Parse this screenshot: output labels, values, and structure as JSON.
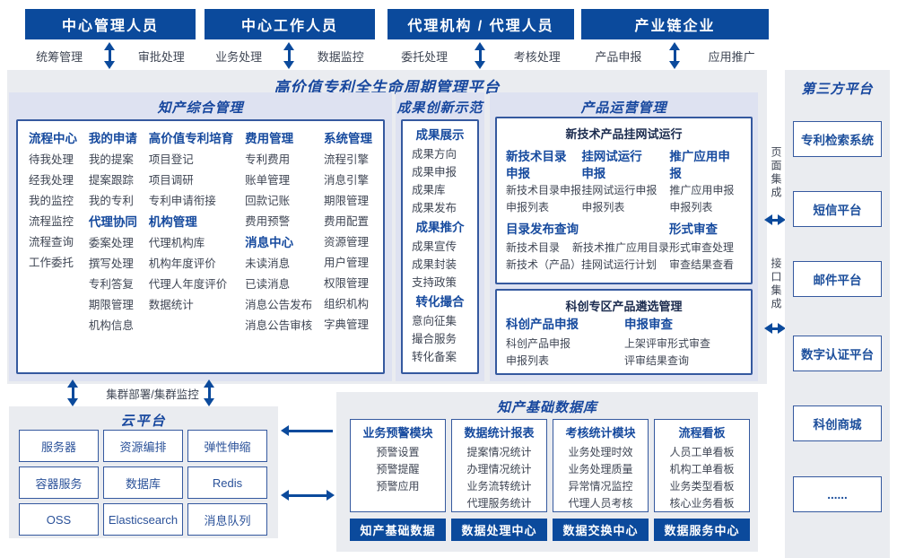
{
  "colors": {
    "accent": "#0b4a9c",
    "panel_bg": "#eaecf0",
    "section_bg": "#dee2f1",
    "box_border": "#35599f",
    "header_text": "#164a9e"
  },
  "top_actors": [
    {
      "title": "中心管理人员",
      "left": "统筹管理",
      "right": "审批处理"
    },
    {
      "title": "中心工作人员",
      "left": "业务处理",
      "right": "数据监控"
    },
    {
      "title": "代理机构 / 代理人员",
      "left": "委托处理",
      "right": "考核处理"
    },
    {
      "title": "产业链企业",
      "left": "产品申报",
      "right": "应用推广"
    }
  ],
  "platform_title": "高价值专利全生命周期管理平台",
  "sections": {
    "ip_mgmt": {
      "title": "知产综合管理",
      "columns": [
        {
          "groups": [
            {
              "header": "流程中心",
              "items": [
                "待我处理",
                "经我处理",
                "我的监控",
                "流程监控",
                "流程查询",
                "工作委托"
              ]
            }
          ]
        },
        {
          "groups": [
            {
              "header": "我的申请",
              "items": [
                "我的提案",
                "提案跟踪",
                "我的专利"
              ]
            },
            {
              "header": "代理协同",
              "items": [
                "委案处理",
                "撰写处理",
                "专利答复",
                "期限管理",
                "机构信息"
              ]
            }
          ]
        },
        {
          "groups": [
            {
              "header": "高价值专利培育",
              "items": [
                "项目登记",
                "项目调研",
                "专利申请衔接"
              ]
            },
            {
              "header": "机构管理",
              "items": [
                "代理机构库",
                "机构年度评价",
                "代理人年度评价",
                "数据统计"
              ]
            }
          ]
        },
        {
          "groups": [
            {
              "header": "费用管理",
              "items": [
                "专利费用",
                "账单管理",
                "回款记账",
                "费用预警"
              ]
            },
            {
              "header": "消息中心",
              "items": [
                "未读消息",
                "已读消息",
                "消息公告发布",
                "消息公告审核"
              ]
            }
          ]
        },
        {
          "groups": [
            {
              "header": "系统管理",
              "items": [
                "流程引擎",
                "消息引擎",
                "期限管理",
                "费用配置",
                "资源管理",
                "用户管理",
                "权限管理",
                "组织机构",
                "字典管理"
              ]
            }
          ]
        }
      ]
    },
    "achievement": {
      "title": "成果创新示范",
      "groups": [
        {
          "header": "成果展示",
          "items": [
            "成果方向",
            "成果申报",
            "成果库",
            "成果发布"
          ]
        },
        {
          "header": "成果推介",
          "items": [
            "成果宣传",
            "成果封装",
            "支持政策"
          ]
        },
        {
          "header": "转化撮合",
          "items": [
            "意向征集",
            "撮合服务",
            "转化备案"
          ]
        }
      ]
    },
    "product_ops": {
      "title": "产品运营管理",
      "hangwang": {
        "title": "新技术产品挂网试运行",
        "top_groups": [
          {
            "header": "新技术目录\n申报",
            "items": [
              "新技术目录申报",
              "申报列表"
            ]
          },
          {
            "header": "挂网试运行\n申报",
            "items": [
              "挂网试运行申报",
              "申报列表"
            ]
          },
          {
            "header": "推广应用申报",
            "items": [
              "推广应用申报",
              "申报列表"
            ]
          }
        ],
        "bottom_left": {
          "header": "目录发布查询",
          "row1": [
            "新技术目录",
            "新技术推广应用目录"
          ],
          "row2": "新技术（产品）挂网试运行计划"
        },
        "bottom_right": {
          "header": "形式审查",
          "items": [
            "形式审查处理",
            "审查结果查看"
          ]
        }
      },
      "kechuang": {
        "title": "科创专区产品遴选管理",
        "groups": [
          {
            "header": "科创产品申报",
            "items": [
              "科创产品申报",
              "申报列表"
            ]
          },
          {
            "header": "申报审查",
            "items": [
              "上架评审形式审查",
              "评审结果查询"
            ]
          }
        ]
      }
    }
  },
  "integration": {
    "page": "页面集成",
    "api": "接口集成"
  },
  "third_party": {
    "title": "第三方平台",
    "items": [
      "专利检索系统",
      "短信平台",
      "邮件平台",
      "数字认证平台",
      "科创商城",
      "......"
    ]
  },
  "cluster_label": "集群部署/集群监控",
  "cloud": {
    "title": "云平台",
    "items": [
      "服务器",
      "资源编排",
      "弹性伸缩",
      "容器服务",
      "数据库",
      "Redis",
      "OSS",
      "Elasticsearch",
      "消息队列"
    ]
  },
  "data_library": {
    "title": "知产基础数据库",
    "modules": [
      {
        "header": "业务预警模块",
        "items": [
          "预警设置",
          "预警提醒",
          "预警应用"
        ],
        "footer": "知产基础数据"
      },
      {
        "header": "数据统计报表",
        "items": [
          "提案情况统计",
          "办理情况统计",
          "业务流转统计",
          "代理服务统计"
        ],
        "footer": "数据处理中心"
      },
      {
        "header": "考核统计模块",
        "items": [
          "业务处理时效",
          "业务处理质量",
          "异常情况监控",
          "代理人员考核"
        ],
        "footer": "数据交换中心"
      },
      {
        "header": "流程看板",
        "items": [
          "人员工单看板",
          "机构工单看板",
          "业务类型看板",
          "核心业务看板"
        ],
        "footer": "数据服务中心"
      }
    ]
  }
}
